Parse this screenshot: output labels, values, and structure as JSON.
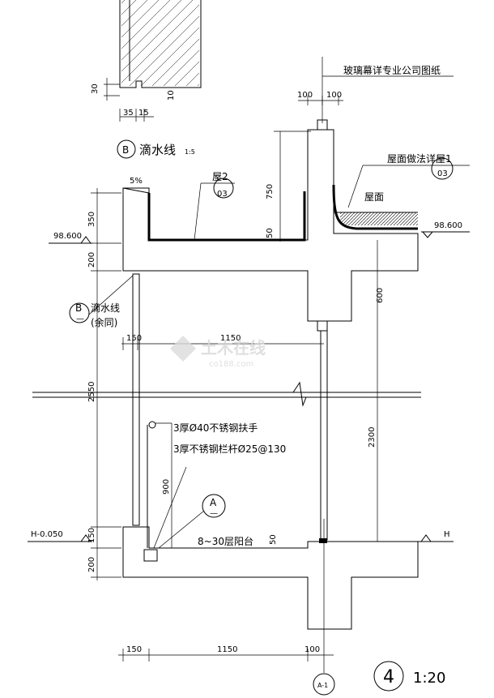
{
  "detail_b": {
    "dim_vertical": "30",
    "dim_small": "10",
    "dim_35": "35",
    "dim_15": "15",
    "bubble": "B",
    "title": "滴水线",
    "scale": "1:5"
  },
  "top": {
    "dim_100_left": "100",
    "dim_100_right": "100",
    "curtain_note": "玻璃幕详专业公司图纸",
    "roof_note": "屋面做法详屋1",
    "roof_note_ref": "03",
    "roof_label": "屋面",
    "roof_elev": "98.600",
    "slope": "5%",
    "ref_wu2": "屋2",
    "ref_wu2_sheet": "03",
    "dim_750": "750",
    "dim_50_top": "50",
    "dim_600": "600"
  },
  "left": {
    "dim_350": "350",
    "dim_200_top": "200",
    "elev_top": "98.600",
    "drip_bubble": "B",
    "drip_bubble_sub": "—",
    "drip_label": "滴水线",
    "drip_note": "(余同)",
    "dim_2550": "2550",
    "elev_bottom": "H-0.050",
    "dim_150": "150",
    "dim_200_bottom": "200"
  },
  "middle": {
    "dim_150": "150",
    "dim_1150": "1150",
    "handrail_note": "3厚Ø40不锈钢扶手",
    "baluster_note": "3厚不锈钢栏杆Ø25@130",
    "dim_900": "900",
    "dim_2300": "2300",
    "bubble_a": "A",
    "bubble_a_sub": "—",
    "balcony_note": "8~30层阳台",
    "dim_50_bottom": "50",
    "elev_h": "H"
  },
  "bottom": {
    "dim_150": "150",
    "dim_1150": "1150",
    "dim_100": "100",
    "axis_label": "A-1",
    "detail_number": "4",
    "detail_scale": "1:20"
  },
  "watermark": {
    "main": "土木在线",
    "sub": "co188.com"
  }
}
